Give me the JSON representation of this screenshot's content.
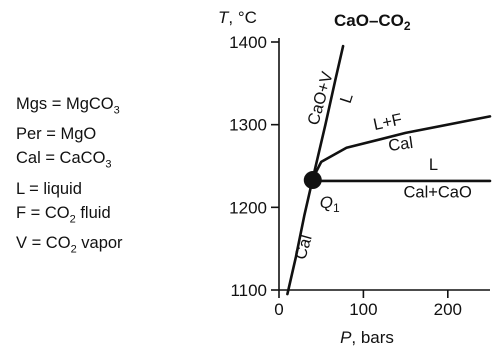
{
  "title": {
    "main": "CaO–CO",
    "sub": "2"
  },
  "legend": [
    {
      "pre": "Mgs = MgCO",
      "sub": "3",
      "post": ""
    },
    {
      "pre": "Per = MgO",
      "sub": "",
      "post": ""
    },
    {
      "pre": "Cal = CaCO",
      "sub": "3",
      "post": ""
    },
    {
      "pre": "L = liquid",
      "sub": "",
      "post": ""
    },
    {
      "pre": "F = CO",
      "sub": "2",
      "post": " fluid"
    },
    {
      "pre": "V = CO",
      "sub": "2",
      "post": " vapor"
    }
  ],
  "axes": {
    "x": {
      "label_var": "P",
      "label_unit": ", bars",
      "min": 0,
      "max": 250,
      "ticks": [
        {
          "value": 0,
          "label": "0"
        },
        {
          "value": 100,
          "label": "100"
        },
        {
          "value": 200,
          "label": "200"
        }
      ]
    },
    "y": {
      "label_var": "T",
      "label_unit": ", °C",
      "min": 1100,
      "max": 1400,
      "ticks": [
        {
          "value": 1100,
          "label": "1100"
        },
        {
          "value": 1200,
          "label": "1200"
        },
        {
          "value": 1300,
          "label": "1300"
        },
        {
          "value": 1400,
          "label": "1400"
        }
      ]
    }
  },
  "curves": [
    {
      "id": "cal-lower",
      "points": [
        [
          10,
          1095
        ],
        [
          20,
          1140
        ],
        [
          30,
          1190
        ],
        [
          40,
          1235
        ]
      ]
    },
    {
      "id": "cao-v-boundary",
      "points": [
        [
          40,
          1235
        ],
        [
          55,
          1300
        ],
        [
          67,
          1355
        ],
        [
          76,
          1395
        ]
      ]
    },
    {
      "id": "lf-cal-boundary",
      "points": [
        [
          40,
          1235
        ],
        [
          50,
          1255
        ],
        [
          80,
          1272
        ],
        [
          150,
          1290
        ],
        [
          250,
          1310
        ]
      ]
    },
    {
      "id": "l-calcao-boundary",
      "points": [
        [
          40,
          1232
        ],
        [
          250,
          1232
        ]
      ]
    }
  ],
  "invariant_point": {
    "P": 40,
    "T": 1233,
    "label": "Q",
    "label_sub": "1"
  },
  "field_labels": [
    {
      "id": "cao-v",
      "text": "CaO+V",
      "P": 55,
      "T": 1330,
      "angle": -74
    },
    {
      "id": "l-upper",
      "text": "L",
      "P": 86,
      "T": 1330,
      "angle": -72
    },
    {
      "id": "l-plus-f",
      "text": "L+F",
      "P": 130,
      "T": 1297,
      "angle": -12
    },
    {
      "id": "cal-mid",
      "text": "Cal",
      "P": 145,
      "T": 1270,
      "angle": -8
    },
    {
      "id": "l-right",
      "text": "L",
      "P": 183,
      "T": 1245,
      "angle": 0
    },
    {
      "id": "cal-cao",
      "text": "Cal+CaO",
      "P": 188,
      "T": 1212,
      "angle": 0
    },
    {
      "id": "cal-lower",
      "text": "Cal",
      "P": 35,
      "T": 1150,
      "angle": -74
    }
  ]
}
